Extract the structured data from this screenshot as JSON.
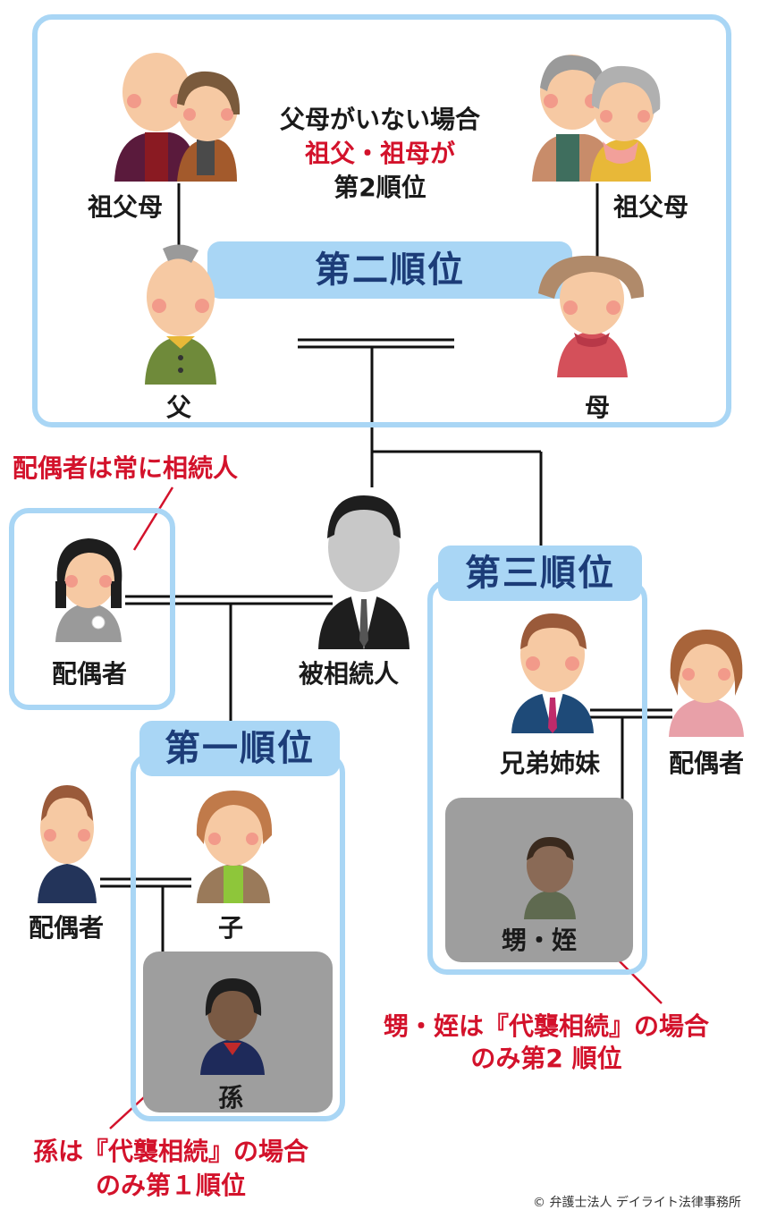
{
  "rank2": {
    "banner": "第二順位",
    "note_line1": "父母がいない場合",
    "note_line2": "祖父・祖母が",
    "note_line3": "第2順位",
    "grandparents_left": "祖父母",
    "grandparents_right": "祖父母",
    "father": "父",
    "mother": "母"
  },
  "spouse_note": "配偶者は常に相続人",
  "spouse_label": "配偶者",
  "deceased_label": "被相続人",
  "rank1": {
    "banner": "第一順位",
    "child_spouse": "配偶者",
    "child": "子",
    "grandchild": "孫",
    "note_line1": "孫は『代襲相続』の場合",
    "note_line2": "のみ第１順位"
  },
  "rank3": {
    "banner": "第三順位",
    "siblings": "兄弟姉妹",
    "sibling_spouse": "配偶者",
    "nephew_niece": "甥・姪",
    "note_line1": "甥・姪は『代襲相続』の場合",
    "note_line2": "のみ第2 順位"
  },
  "copyright": "© 弁護士法人 デイライト法律事務所",
  "colors": {
    "frame": "#a9d6f5",
    "banner_text": "#1c3c78",
    "accent_red": "#d3122b",
    "grey_panel": "#9e9e9e"
  }
}
